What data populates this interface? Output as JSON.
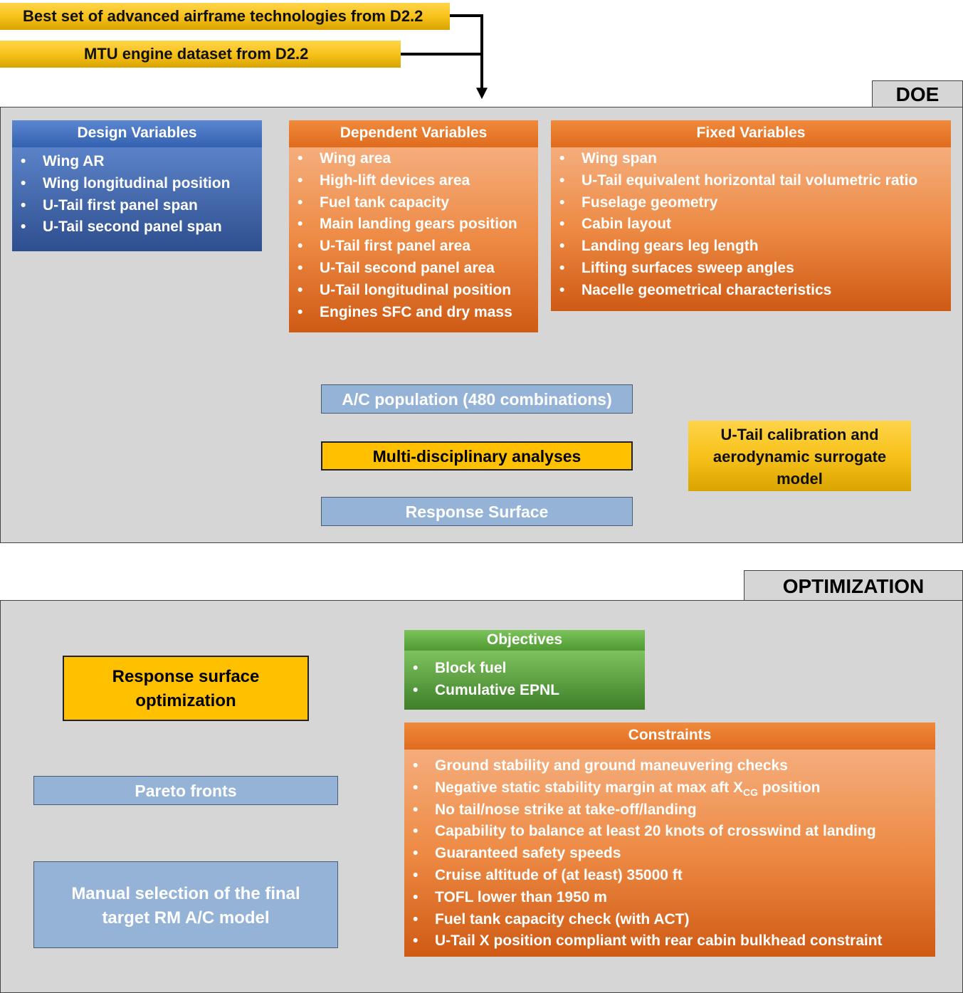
{
  "inputs": {
    "airframe": "Best set of advanced airframe technologies from D2.2",
    "engine": "MTU engine dataset from D2.2"
  },
  "doe": {
    "tag": "DOE",
    "design_variables": {
      "title": "Design Variables",
      "items": [
        "Wing AR",
        "Wing longitudinal position",
        "U-Tail first panel span",
        "U-Tail second panel span"
      ]
    },
    "dependent_variables": {
      "title": "Dependent Variables",
      "items": [
        "Wing area",
        "High-lift devices area",
        "Fuel tank capacity",
        "Main landing gears position",
        "U-Tail first panel area",
        "U-Tail second panel area",
        "U-Tail longitudinal position",
        "Engines SFC and dry mass"
      ]
    },
    "fixed_variables": {
      "title": "Fixed Variables",
      "items": [
        "Wing span",
        "U-Tail equivalent horizontal tail volumetric ratio",
        "Fuselage geometry",
        "Cabin layout",
        "Landing gears leg length",
        "Lifting surfaces sweep angles",
        "Nacelle geometrical characteristics"
      ]
    },
    "population": "A/C population (480 combinations)",
    "analyses": "Multi-disciplinary analyses",
    "calibration": "U-Tail calibration and aerodynamic surrogate model",
    "response_surface": "Response Surface"
  },
  "optimization": {
    "tag": "OPTIMIZATION",
    "rs_optimization": "Response surface optimization",
    "pareto": "Pareto fronts",
    "manual_selection": "Manual selection of the final target RM A/C model",
    "objectives": {
      "title": "Objectives",
      "items": [
        "Block fuel",
        "Cumulative EPNL"
      ]
    },
    "constraints": {
      "title": "Constraints",
      "items": [
        "Ground stability and ground maneuvering checks",
        "Negative static stability margin at max aft X",
        "No tail/nose strike at take-off/landing",
        "Capability to balance at least 20 knots of crosswind at landing",
        "Guaranteed safety speeds",
        "Cruise altitude of (at least) 35000 ft",
        "TOFL lower than 1950 m",
        "Fuel tank capacity check (with ACT)",
        "U-Tail X position compliant with rear cabin bulkhead constraint"
      ],
      "cg_subscript": "CG",
      "cg_suffix": " position"
    }
  },
  "colors": {
    "panel": "#d6d6d6",
    "gold": "#ffc000",
    "orange": "#ed7d31",
    "blue": "#4472c4",
    "green": "#70ad47",
    "light_blue": "#95b3d7"
  }
}
